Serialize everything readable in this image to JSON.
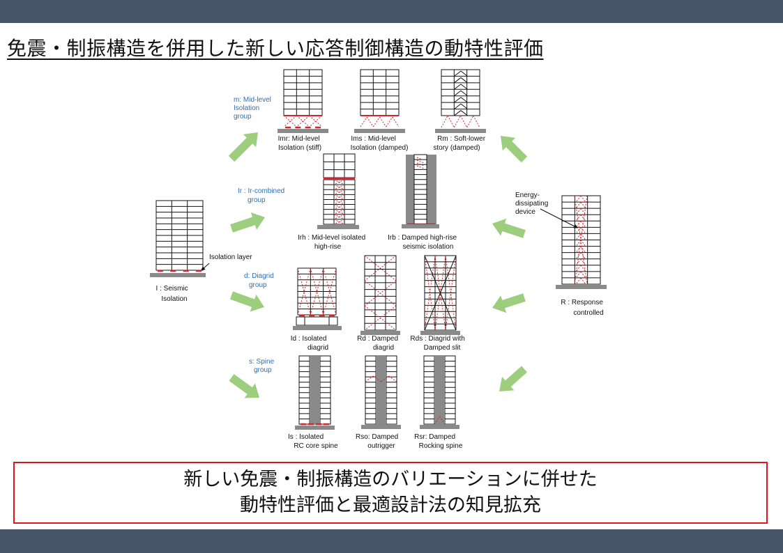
{
  "title": "免震・制振構造を併用した新しい応答制御構造の動特性評価",
  "groups": {
    "m": [
      "m: Mid-level",
      "Isolation",
      "group"
    ],
    "ir": [
      "Ir : Ir-combined",
      "group"
    ],
    "d": [
      "d: Diagrid",
      "group"
    ],
    "s": [
      "s: Spine",
      "group"
    ]
  },
  "buildings": {
    "I": [
      "I : Seismic",
      "Isolation"
    ],
    "Imr": [
      "Imr: Mid-level",
      "Isolation (stiff)"
    ],
    "Ims": [
      "Ims : Mid-level",
      "Isolation (damped)"
    ],
    "Rm": [
      "Rm : Soft-lower",
      "story (damped)"
    ],
    "Irh": [
      "Irh : Mid-level isolated",
      "high-rise"
    ],
    "Irb": [
      "Irb : Damped high-rise",
      "seismic isolation"
    ],
    "Id": [
      "Id : Isolated",
      "diagrid"
    ],
    "Rd": [
      "Rd : Damped",
      "diagrid"
    ],
    "Rds": [
      "Rds : Diagrid with",
      "Damped slit"
    ],
    "Is": [
      "Is : Isolated",
      "RC core spine"
    ],
    "Rso": [
      "Rso: Damped",
      "outrigger"
    ],
    "Rsr": [
      "Rsr: Damped",
      "Rocking spine"
    ],
    "R": [
      "R : Response",
      "controlled"
    ]
  },
  "annotations": {
    "isolation_layer": "Isolation layer",
    "device": [
      "Energy-",
      "dissipating",
      "device"
    ]
  },
  "conclusion": {
    "line1": "新しい免震・制振構造のバリエーションに併せた",
    "line2": "動特性評価と最適設計法の知見拡充"
  }
}
